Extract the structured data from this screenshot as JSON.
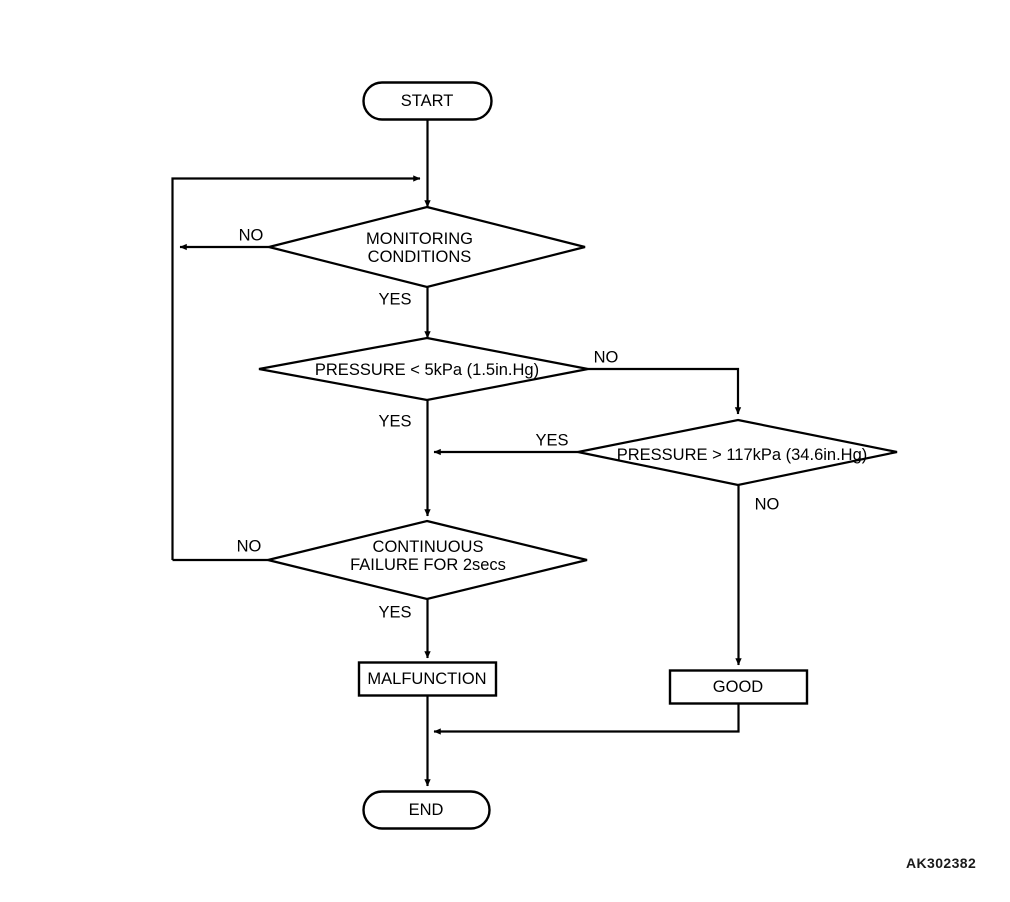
{
  "diagram": {
    "type": "flowchart",
    "title": "",
    "watermark": "AK302382",
    "stroke_color": "#000000",
    "background_color": "#ffffff",
    "nodes": [
      {
        "id": "start",
        "shape": "terminator",
        "label": "START"
      },
      {
        "id": "monitoring",
        "shape": "decision",
        "label_line1": "MONITORING",
        "label_line2": "CONDITIONS"
      },
      {
        "id": "press_low",
        "shape": "decision",
        "label": "PRESSURE < 5kPa (1.5in.Hg)"
      },
      {
        "id": "press_high",
        "shape": "decision",
        "label": "PRESSURE > 117kPa (34.6in.Hg)"
      },
      {
        "id": "cont_fail",
        "shape": "decision",
        "label_line1": "CONTINUOUS",
        "label_line2": "FAILURE FOR 2secs"
      },
      {
        "id": "malfunction",
        "shape": "process",
        "label": "MALFUNCTION"
      },
      {
        "id": "good",
        "shape": "process",
        "label": "GOOD"
      },
      {
        "id": "end",
        "shape": "terminator",
        "label": "END"
      }
    ],
    "edges": [
      {
        "from": "start",
        "to": "monitoring",
        "label": ""
      },
      {
        "from": "monitoring",
        "to": "loop",
        "label": "NO"
      },
      {
        "from": "monitoring",
        "to": "press_low",
        "label": "YES"
      },
      {
        "from": "press_low",
        "to": "press_high",
        "label": "NO"
      },
      {
        "from": "press_low",
        "to": "cont_fail",
        "label": "YES"
      },
      {
        "from": "press_high",
        "to": "cont_fail",
        "label": "YES"
      },
      {
        "from": "press_high",
        "to": "good",
        "label": "NO"
      },
      {
        "from": "cont_fail",
        "to": "loop",
        "label": "NO"
      },
      {
        "from": "cont_fail",
        "to": "malfunction",
        "label": "YES"
      },
      {
        "from": "malfunction",
        "to": "end",
        "label": ""
      },
      {
        "from": "good",
        "to": "end",
        "label": ""
      }
    ],
    "edge_labels": {
      "monitoring_no": "NO",
      "monitoring_yes": "YES",
      "press_low_no": "NO",
      "press_low_yes": "YES",
      "press_high_yes": "YES",
      "press_high_no": "NO",
      "cont_fail_no": "NO",
      "cont_fail_yes": "YES"
    }
  }
}
